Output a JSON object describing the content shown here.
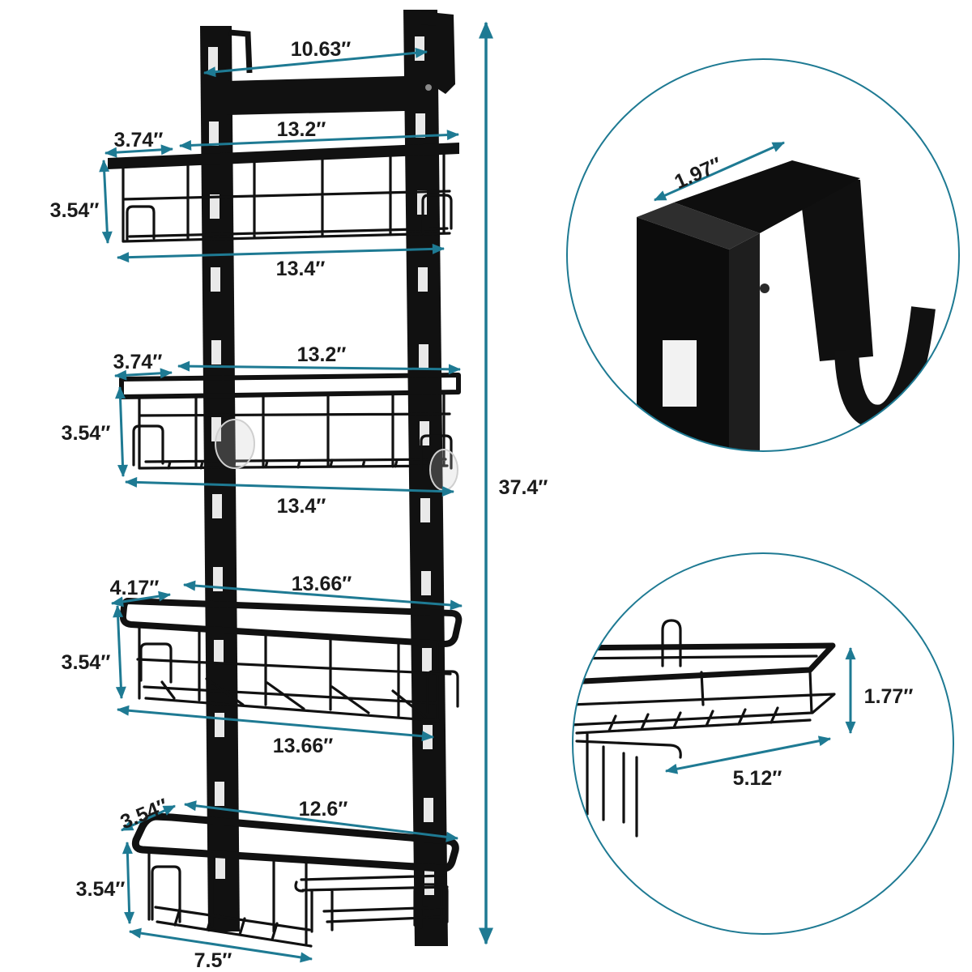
{
  "top_bar": {
    "width_label": "10.63″"
  },
  "overall": {
    "height_label": "37.4″"
  },
  "shelves": [
    {
      "depth": "3.74″",
      "top_width": "13.2″",
      "height": "3.54″",
      "bottom_width": "13.4″"
    },
    {
      "depth": "3.74″",
      "top_width": "13.2″",
      "height": "3.54″",
      "bottom_width": "13.4″"
    },
    {
      "depth": "4.17″",
      "top_width": "13.66″",
      "height": "3.54″",
      "bottom_width": "13.66″"
    },
    {
      "depth": "3.54″",
      "top_width": "12.6″",
      "height": "3.54″",
      "bottom_width": "7.5″"
    }
  ],
  "hook_inset": {
    "width": "1.97″"
  },
  "basket_inset": {
    "height": "1.77″",
    "depth": "5.12″"
  },
  "colors": {
    "dimension_line": "#1e7a93",
    "product": "#111111",
    "background": "#ffffff"
  }
}
